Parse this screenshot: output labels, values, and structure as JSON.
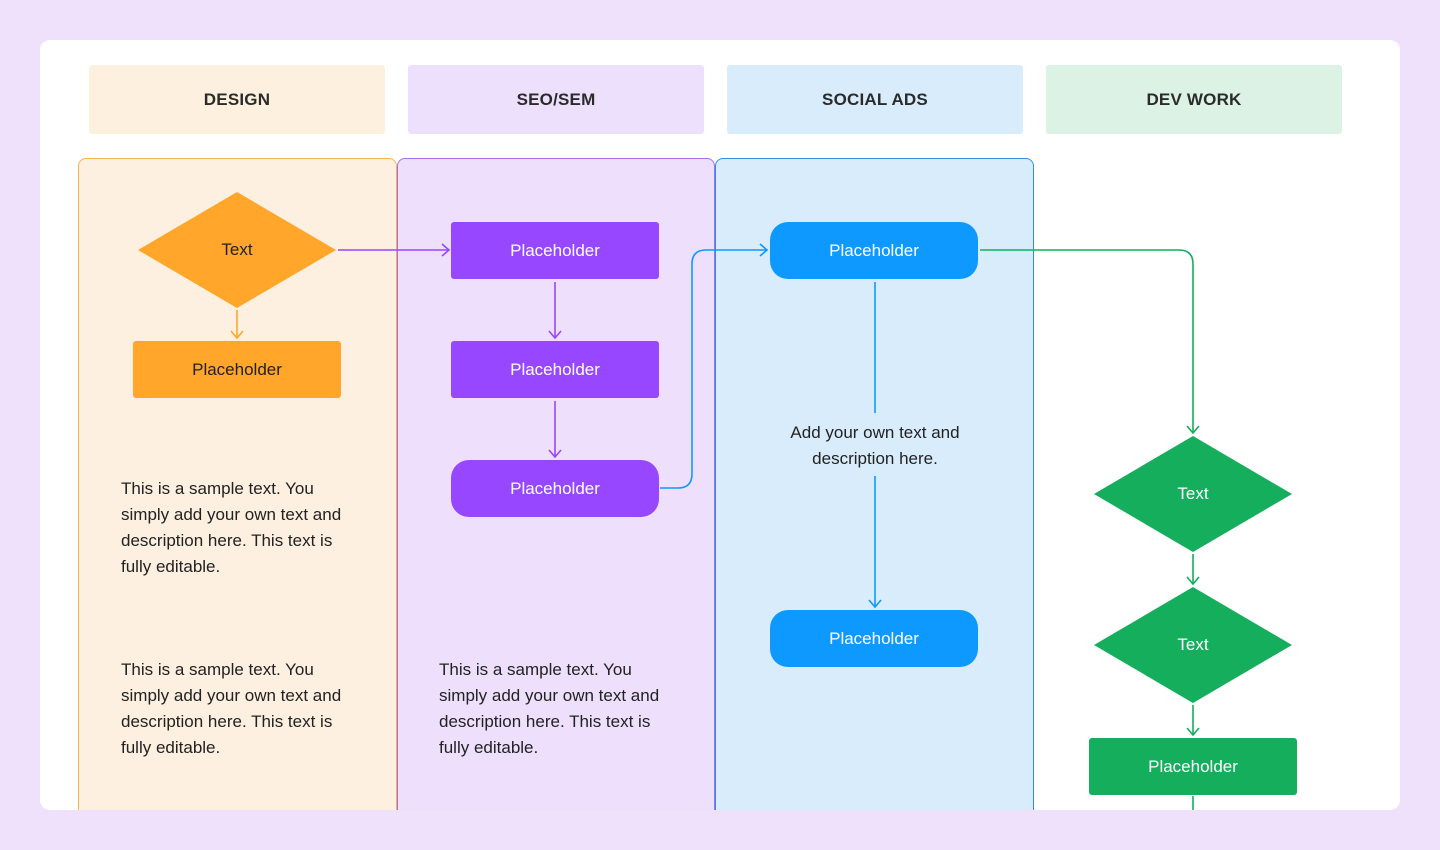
{
  "lanes": [
    {
      "title": "DESIGN",
      "header_color": "#fdf0de",
      "lane_color": "#fdf0e0",
      "border_color": "#f6b44c"
    },
    {
      "title": "SEO/SEM",
      "header_color": "#ede0fc",
      "lane_color": "#eee0fc",
      "border_color": "#a66df0"
    },
    {
      "title": "SOCIAL ADS",
      "header_color": "#d8ecfb",
      "lane_color": "#d9ecfc",
      "border_color": "#2f8fe6"
    },
    {
      "title": "DEV WORK",
      "header_color": "#dcf2e5",
      "lane_color": "#ffffff",
      "border_color": "#ffffff"
    }
  ],
  "design": {
    "diamond_label": "Text",
    "box_label": "Placeholder",
    "text_1": "This is a sample text. You simply add your own text and description here. This text is fully editable.",
    "text_2": "This is a sample text. You simply add your own text and description here. This text is fully editable."
  },
  "seo": {
    "box_1": "Placeholder",
    "box_2": "Placeholder",
    "box_3": "Placeholder",
    "text_1": "This is a sample text. You simply add your own text and description here. This text is fully editable."
  },
  "social": {
    "box_1": "Placeholder",
    "note": "Add your own text and description here.",
    "box_2": "Placeholder"
  },
  "dev": {
    "diamond_1": "Text",
    "diamond_2": "Text",
    "box_1": "Placeholder"
  },
  "colors": {
    "orange": "#ffa62b",
    "purple": "#9747ff",
    "blue": "#0d99ff",
    "green": "#14ae5c",
    "background": "#efe0fb"
  }
}
